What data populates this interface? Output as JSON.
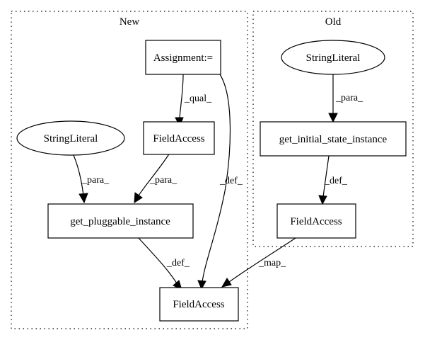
{
  "clusters": {
    "new": {
      "title": "New"
    },
    "old": {
      "title": "Old"
    }
  },
  "nodes": {
    "assignment": {
      "label": "Assignment:=",
      "shape": "box"
    },
    "new_string_literal": {
      "label": "StringLiteral",
      "shape": "ellipse"
    },
    "new_field_access": {
      "label": "FieldAccess",
      "shape": "box"
    },
    "get_pluggable_instance": {
      "label": "get_pluggable_instance",
      "shape": "box"
    },
    "target_field_access": {
      "label": "FieldAccess",
      "shape": "box"
    },
    "old_string_literal": {
      "label": "StringLiteral",
      "shape": "ellipse"
    },
    "get_initial_state_instance": {
      "label": "get_initial_state_instance",
      "shape": "box"
    },
    "old_field_access": {
      "label": "FieldAccess",
      "shape": "box"
    }
  },
  "edges": {
    "assignment_to_fieldaccess": {
      "from": "Assignment:=",
      "to": "FieldAccess",
      "label": "_qual_"
    },
    "assignment_to_target": {
      "from": "Assignment:=",
      "to": "FieldAccess",
      "label": "_def_"
    },
    "stringliteral_to_pluggable": {
      "from": "StringLiteral",
      "to": "get_pluggable_instance",
      "label": "_para_"
    },
    "fieldaccess_to_pluggable": {
      "from": "FieldAccess",
      "to": "get_pluggable_instance",
      "label": "_para_"
    },
    "pluggable_to_target": {
      "from": "get_pluggable_instance",
      "to": "FieldAccess",
      "label": "_def_"
    },
    "old_stringliteral_to_initial": {
      "from": "StringLiteral",
      "to": "get_initial_state_instance",
      "label": "_para_"
    },
    "initial_to_old_fieldaccess": {
      "from": "get_initial_state_instance",
      "to": "FieldAccess",
      "label": "_def_"
    },
    "old_fieldaccess_to_target": {
      "from": "FieldAccess",
      "to": "FieldAccess",
      "label": "_map_"
    }
  }
}
